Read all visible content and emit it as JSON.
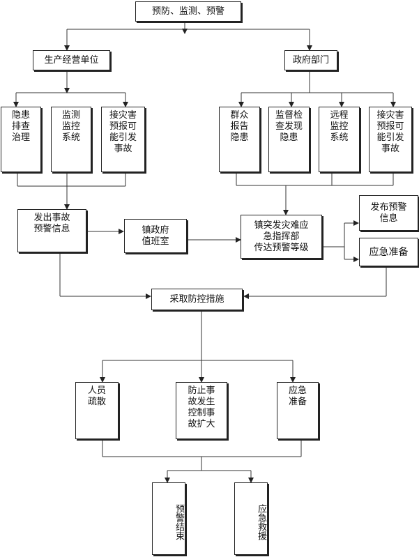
{
  "nodes": {
    "top": "预防、监测、预警",
    "enterprise": "生产经营单位",
    "government": "政府部门",
    "hazard_fix": "隐患\n排查\n治理",
    "monitor_control": "监测\n监控\n系统",
    "receive_warning_a": "接灾害\n预报可\n能引发\n事故",
    "mass_report": "群众\n报告\n隐患",
    "supervise_check": "监督检\n查发现\n隐患",
    "remote_monitor": "远程\n监控\n系统",
    "receive_warning_b": "接灾害\n预报可\n能引发\n事故",
    "issue_accident_warning": "发出事故\n预警信息",
    "town_duty_room": "镇政府\n值班室",
    "town_command": "镇突发灾难应\n急指挥部\n传达预警等级",
    "publish_warning": "发布预警\n信息",
    "emergency_prep_right": "应急准备",
    "take_measures": "采取防控措施",
    "evacuate": "人员\n疏散",
    "prevent_expand": "防止事\n故发生\n控制事\n故扩大",
    "emergency_prep_bottom": "应急\n准备",
    "warning_end": "预警结束",
    "emergency_rescue": "应急救援"
  }
}
